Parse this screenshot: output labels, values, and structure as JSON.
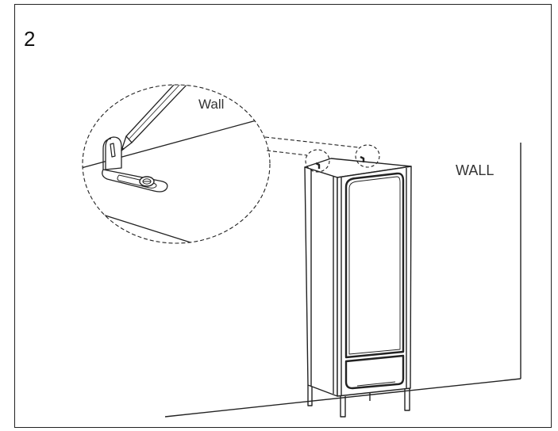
{
  "step": {
    "number": "2"
  },
  "labels": {
    "detail_wall": "Wall",
    "main_wall": "WALL"
  },
  "colors": {
    "line": "#222222",
    "background": "#ffffff"
  }
}
